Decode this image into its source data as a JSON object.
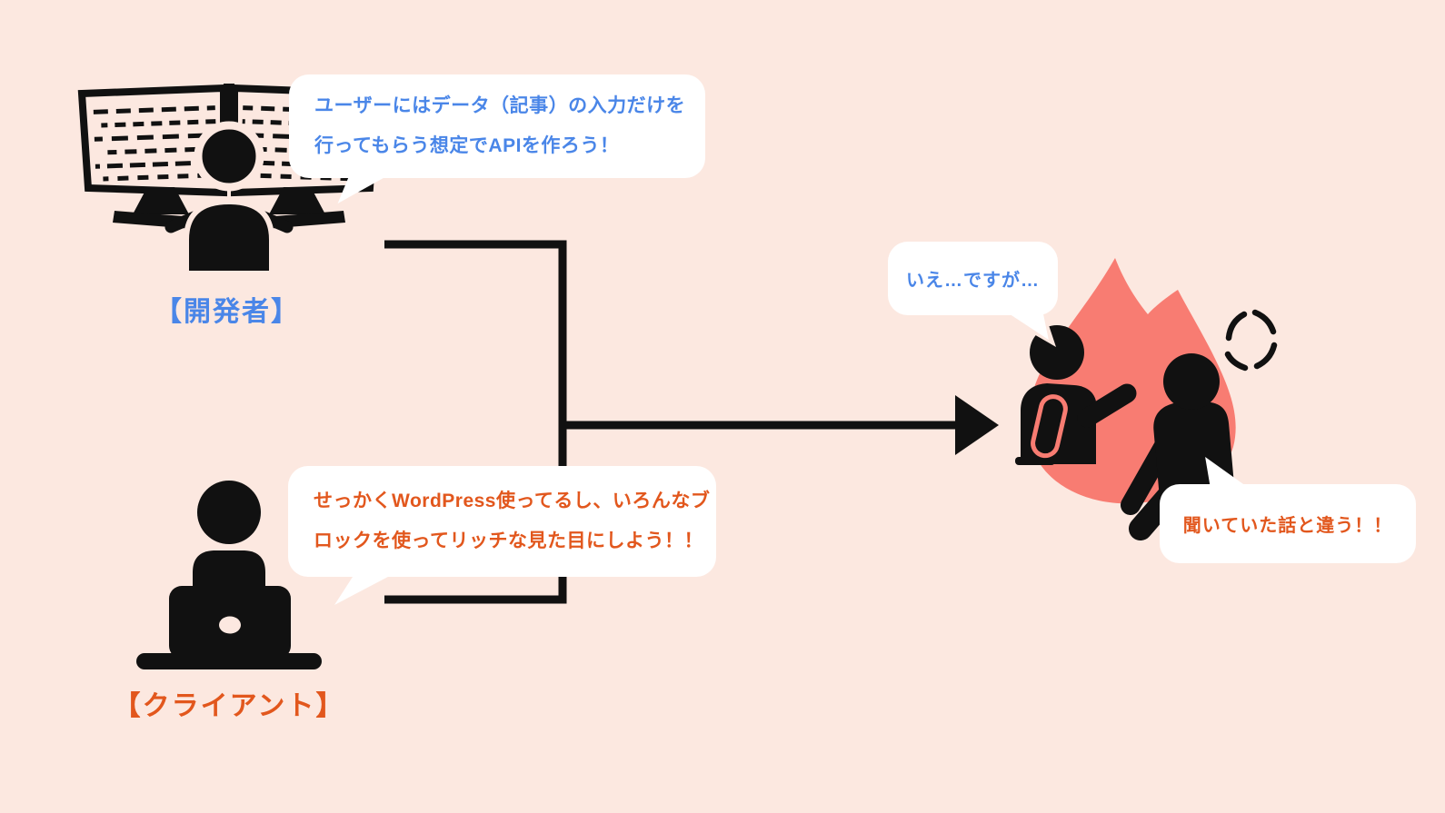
{
  "scene": {
    "background": "#fce8e0",
    "description": "Diagram: developer and client give conflicting instructions that merge into an argument"
  },
  "palette": {
    "developer_blue": "#4a86e8",
    "client_orange": "#e2571d",
    "flame_salmon": "#f87c72",
    "ink_black": "#111111",
    "bubble_white": "#ffffff"
  },
  "developer": {
    "label": "【開発者】",
    "speech_lines": [
      "ユーザーにはデータ（記事）の入力だけを",
      "行ってもらう想定でAPIを作ろう！"
    ],
    "icon": "developer-at-dual-monitors-icon"
  },
  "client": {
    "label": "【クライアント】",
    "speech_lines": [
      "せっかくWordPress使ってるし、いろんなブ",
      "ロックを使ってリッチな見た目にしよう！！"
    ],
    "icon": "client-at-laptop-icon"
  },
  "conflict": {
    "developer_reply": "いえ…ですが…",
    "client_complaint": "聞いていた話と違う！！",
    "icons": [
      "flame-icon",
      "arguing-people-icon",
      "anger-mark-icon"
    ]
  },
  "connector": {
    "arrow_icon": "arrow-right-icon"
  }
}
